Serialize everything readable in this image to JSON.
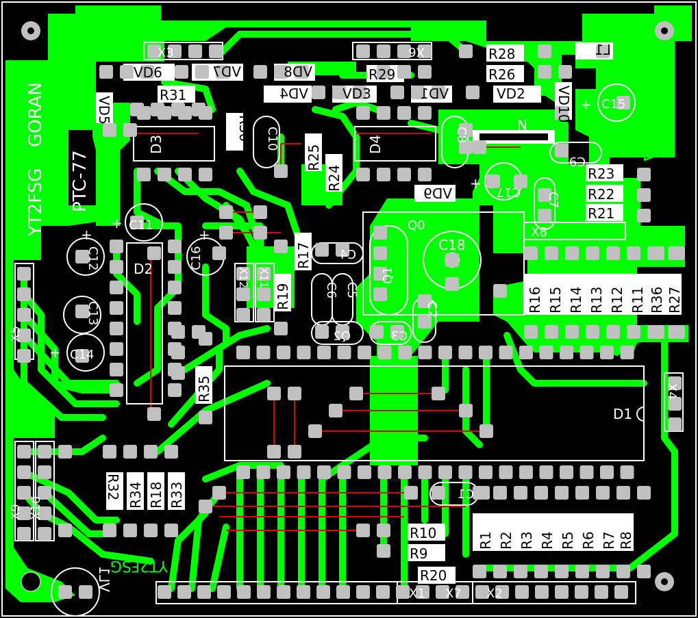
{
  "board_text": {
    "author": "YT2FSG",
    "name": "GORAN",
    "project": "PTC-77",
    "project_mirror": "PTC-77",
    "signature_mirror": "YT2FSG"
  },
  "labels": {
    "resistors": [
      "R1",
      "R2",
      "R3",
      "R4",
      "R5",
      "R6",
      "R7",
      "R8",
      "R9",
      "R10",
      "R11",
      "R12",
      "R13",
      "R14",
      "R15",
      "R16",
      "R17",
      "R18",
      "R19",
      "R20",
      "R21",
      "R22",
      "R23",
      "R24",
      "R25",
      "R26",
      "R27",
      "R28",
      "R29",
      "R30",
      "R31",
      "R32",
      "R33",
      "R34",
      "R35",
      "R36"
    ],
    "capacitors": [
      "C1",
      "C2",
      "C3",
      "C4",
      "C5",
      "C6",
      "C7",
      "C8",
      "C9",
      "C10",
      "C11",
      "C12",
      "C13",
      "C14",
      "C15",
      "C16",
      "C17",
      "C18"
    ],
    "diodes": [
      "VD1",
      "VD2",
      "VD3",
      "VD4",
      "VD5",
      "VD6",
      "VD7",
      "VD8",
      "VD9",
      "VD10"
    ],
    "ics": [
      "D1",
      "D2",
      "D3",
      "D4"
    ],
    "transistors": [
      "Q0",
      "Q1",
      "Q2"
    ],
    "connectors": [
      "X1",
      "X2",
      "X3",
      "X4",
      "X5",
      "X6",
      "X7",
      "X8",
      "X9",
      "X10",
      "X11",
      "X12"
    ],
    "misc": [
      "L1",
      "VL1",
      "N"
    ],
    "plus": "+"
  },
  "colors": {
    "background": "#000000",
    "copper": "#00ff00",
    "pad": "#c0c0c0",
    "silkscreen": "#ffffff",
    "jumper": "#e00000"
  }
}
